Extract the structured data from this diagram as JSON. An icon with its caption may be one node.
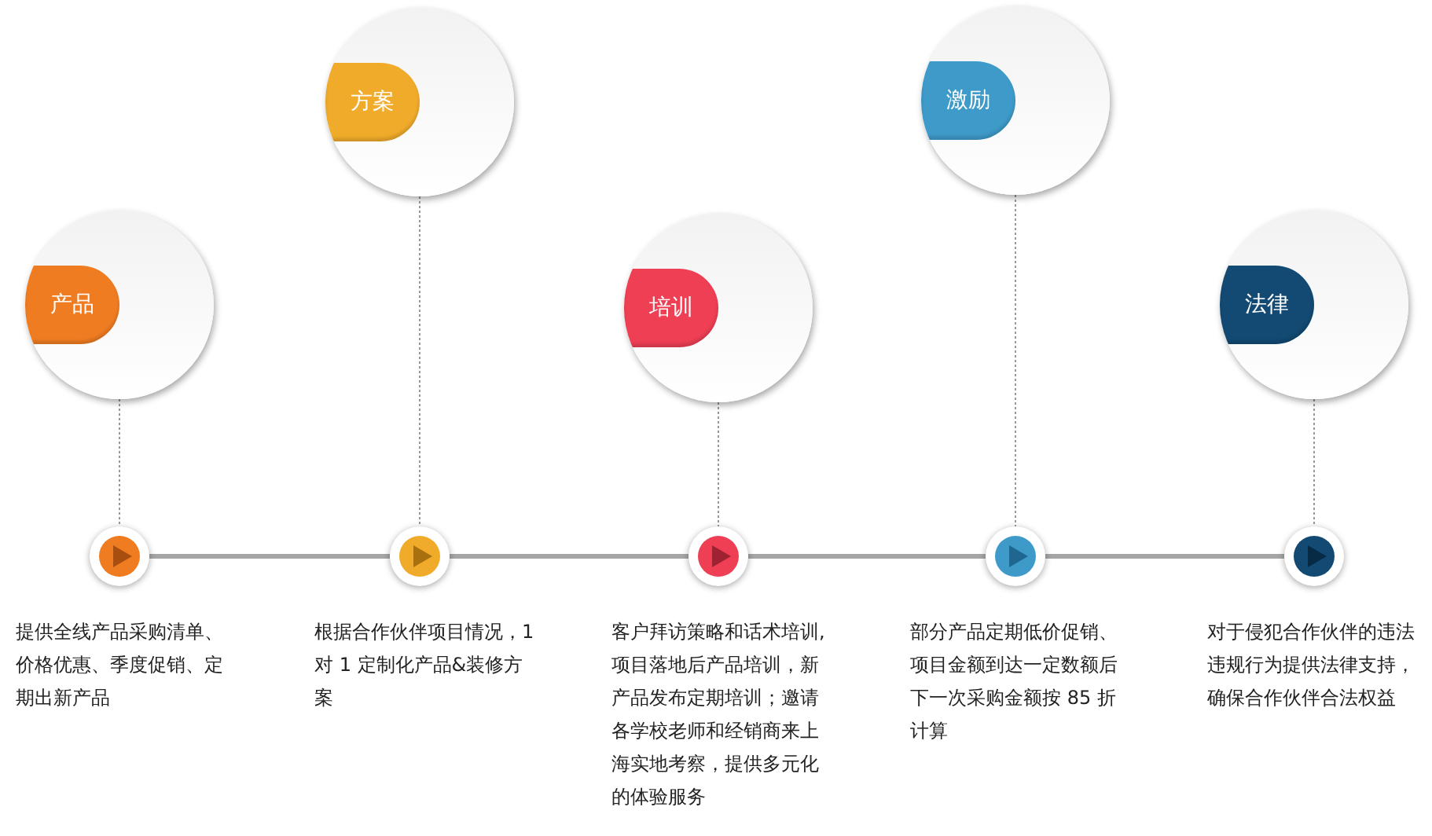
{
  "diagram": {
    "nodes": [
      {
        "text": [
          "产品"
        ]
      },
      {
        "text": [
          "方案"
        ]
      },
      {
        "text": [
          "培训"
        ]
      },
      {
        "text": [
          "激励"
        ]
      },
      {
        "text": [
          "法律"
        ]
      },
      {
        "text": [],
        "shape": "circle",
        "beside": [
          "提供全线产品采购清单、价格优惠、季度促销、定期出新产品"
        ]
      },
      {
        "text": [],
        "shape": "circle",
        "beside": [
          "根据合作伙伴项目情况，1 对 1 定制化产品&装修方案"
        ]
      },
      {
        "text": [],
        "shape": "circle",
        "beside": [
          "客户拜访策略和话术培训,项目落地后产品培训，新产品发布定期培训；邀请各学校老师和经销商来上海实地考察，提供多元化的体验服务"
        ]
      },
      {
        "text": [],
        "shape": "circle",
        "beside": [
          "部分产品定期低价促销、项目金额到达一定数额后下一次采购金额按 85 折计算"
        ]
      },
      {
        "text": [],
        "shape": "circle",
        "beside": [
          "对于侵犯合作伙伴的违法违规行为提供法律支持，确保合作伙伴合法权益"
        ]
      }
    ],
    "edges": [
      {
        "from": 0,
        "to": 5,
        "arrow": "none",
        "style": "dashed"
      },
      {
        "from": 1,
        "to": 6,
        "arrow": "none",
        "style": "dashed"
      },
      {
        "from": 2,
        "to": 7,
        "arrow": "none",
        "style": "dashed"
      },
      {
        "from": 3,
        "to": 8,
        "arrow": "none",
        "style": "dashed"
      },
      {
        "from": 4,
        "to": 9,
        "arrow": "none",
        "style": "dashed"
      },
      {
        "from": 5,
        "to": 6,
        "arrow": "none",
        "style": "thick"
      },
      {
        "from": 6,
        "to": 7,
        "arrow": "none",
        "style": "thick"
      },
      {
        "from": 7,
        "to": 8,
        "arrow": "none",
        "style": "thick"
      },
      {
        "from": 8,
        "to": 9,
        "arrow": "none",
        "style": "thick"
      }
    ]
  }
}
